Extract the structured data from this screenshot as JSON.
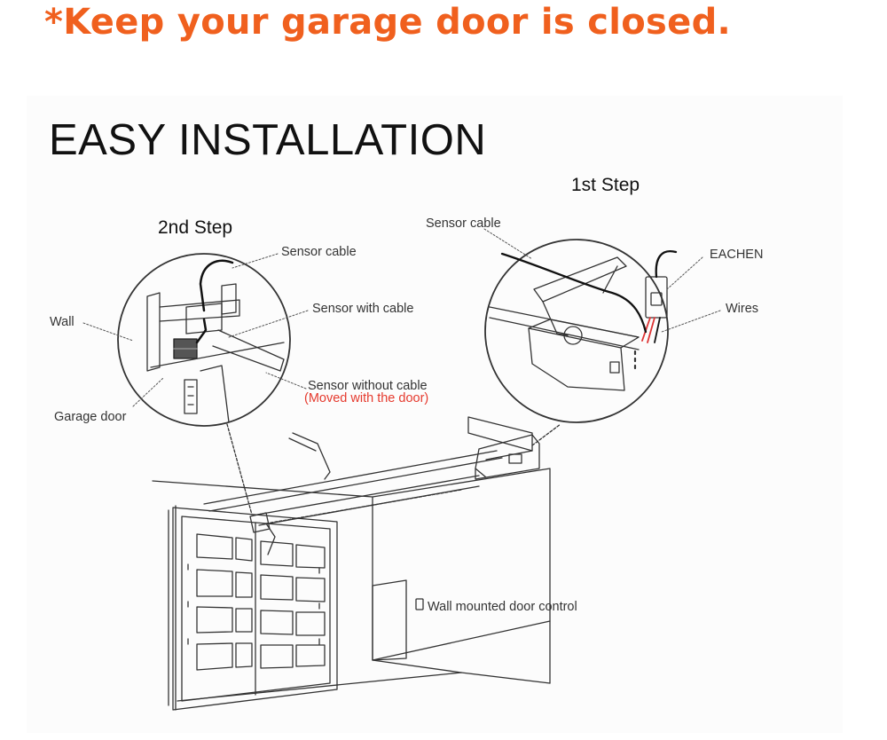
{
  "headline": "*Keep your garage door is closed.",
  "title": "EASY INSTALLATION",
  "steps": {
    "first": "1st Step",
    "second": "2nd Step"
  },
  "labels": {
    "sensor_cable_left": "Sensor cable",
    "sensor_with_cable": "Sensor with cable",
    "wall": "Wall",
    "garage_door": "Garage door",
    "sensor_without_cable": "Sensor without cable",
    "moved_with_door": "(Moved with the door)",
    "sensor_cable_right": "Sensor cable",
    "eachen": "EACHEN",
    "wires": "Wires",
    "wall_control": "Wall mounted door control"
  },
  "colors": {
    "headline": "#f0601e",
    "note": "#e53a2e",
    "line": "#333333"
  }
}
